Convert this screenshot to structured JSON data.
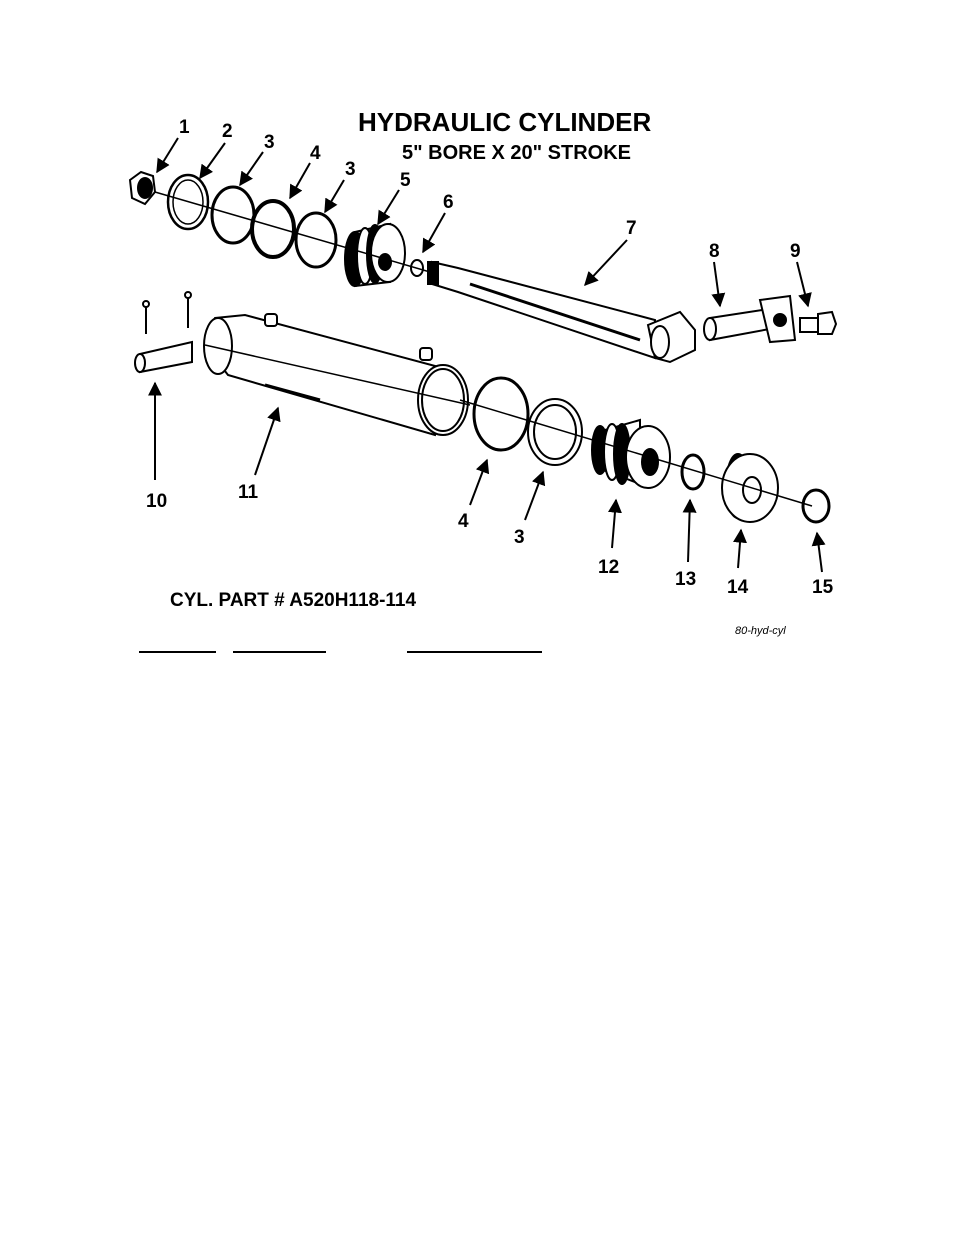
{
  "title": "HYDRAULIC CYLINDER",
  "subtitle": "5\" BORE X 20\" STROKE",
  "part_number_text": "CYL. PART # A520H118-114",
  "drawing_code": "80-hyd-cyl",
  "callouts": [
    "1",
    "2",
    "3",
    "4",
    "3",
    "5",
    "6",
    "7",
    "8",
    "9",
    "10",
    "11",
    "4",
    "3",
    "12",
    "13",
    "14",
    "15"
  ]
}
